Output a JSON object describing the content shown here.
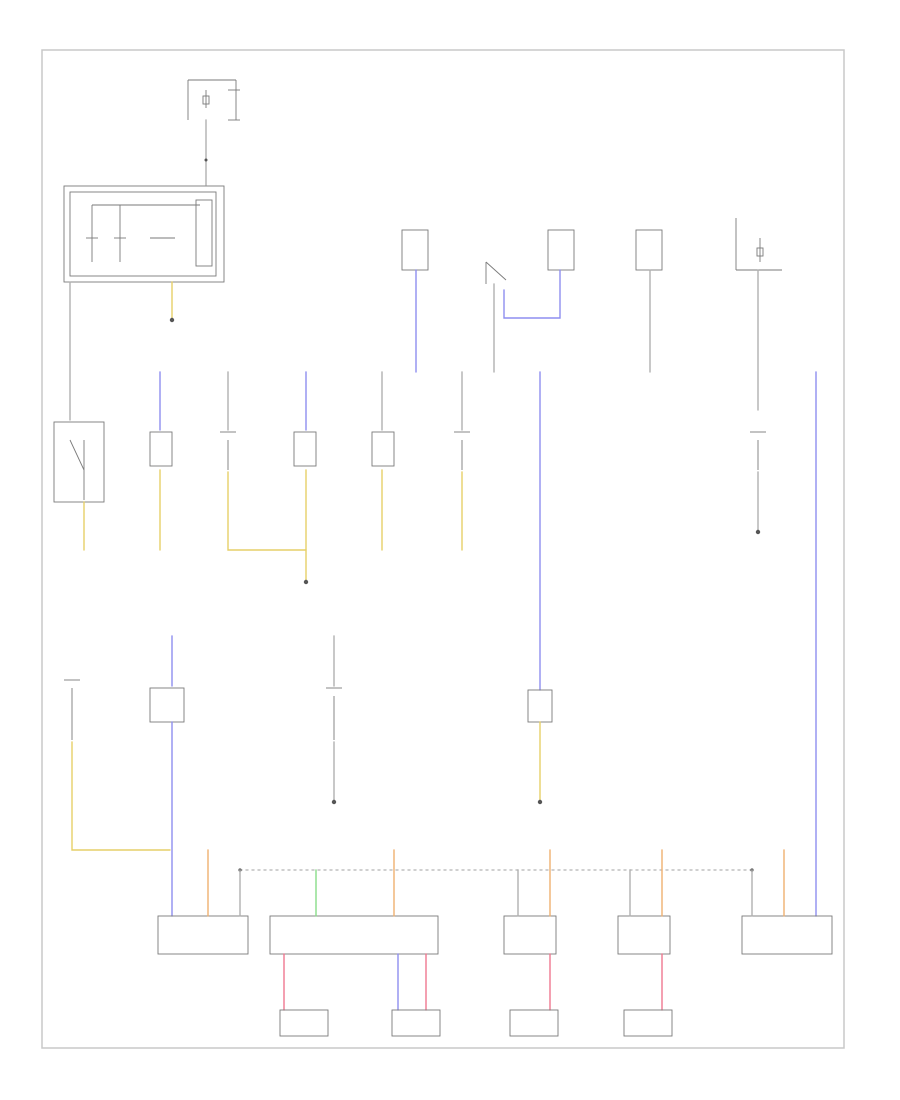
{
  "diagram": {
    "figure_id": "",
    "palette": {
      "plain": "#b0b0b0",
      "blue": "#8e8ef0",
      "yellow": "#e6cf68",
      "orange": "#f0b070",
      "pink": "#f07890",
      "green": "#88dd88",
      "frame": "#c8c8c8",
      "component": "#7a7a7a"
    },
    "components": [
      {
        "id": "fuse",
        "kind": "fuse",
        "label": ""
      },
      {
        "id": "relay-box",
        "kind": "relay",
        "label": ""
      },
      {
        "id": "ground-1",
        "kind": "ground",
        "label": ""
      },
      {
        "id": "unit-a",
        "kind": "module",
        "label": ""
      },
      {
        "id": "unit-b",
        "kind": "module",
        "label": ""
      },
      {
        "id": "unit-c",
        "kind": "module",
        "label": ""
      },
      {
        "id": "unit-d",
        "kind": "module",
        "label": ""
      },
      {
        "id": "sensor-right",
        "kind": "sensor",
        "label": ""
      },
      {
        "id": "switch-1",
        "kind": "switch",
        "label": ""
      },
      {
        "id": "switch-2",
        "kind": "switch",
        "label": ""
      },
      {
        "id": "switch-3",
        "kind": "switch",
        "label": ""
      },
      {
        "id": "switch-4",
        "kind": "switch",
        "label": ""
      },
      {
        "id": "switch-5",
        "kind": "switch",
        "label": ""
      },
      {
        "id": "switch-6",
        "kind": "switch",
        "label": ""
      },
      {
        "id": "switch-7",
        "kind": "switch",
        "label": ""
      },
      {
        "id": "switch-8",
        "kind": "switch",
        "label": ""
      },
      {
        "id": "switch-9",
        "kind": "switch",
        "label": ""
      },
      {
        "id": "switch-10",
        "kind": "switch",
        "label": ""
      },
      {
        "id": "ground-2",
        "kind": "ground",
        "label": ""
      },
      {
        "id": "ground-3",
        "kind": "ground",
        "label": ""
      },
      {
        "id": "ground-4",
        "kind": "ground",
        "label": ""
      },
      {
        "id": "ground-5",
        "kind": "ground",
        "label": ""
      },
      {
        "id": "control-module-1",
        "kind": "module",
        "label": ""
      },
      {
        "id": "control-module-2",
        "kind": "module",
        "label": ""
      },
      {
        "id": "control-module-3",
        "kind": "module",
        "label": ""
      },
      {
        "id": "control-module-4",
        "kind": "module",
        "label": ""
      },
      {
        "id": "control-module-5",
        "kind": "module",
        "label": ""
      },
      {
        "id": "motor-1",
        "kind": "motor",
        "label": ""
      },
      {
        "id": "motor-2",
        "kind": "motor",
        "label": ""
      },
      {
        "id": "motor-3",
        "kind": "motor",
        "label": ""
      },
      {
        "id": "motor-4",
        "kind": "motor",
        "label": ""
      }
    ]
  }
}
